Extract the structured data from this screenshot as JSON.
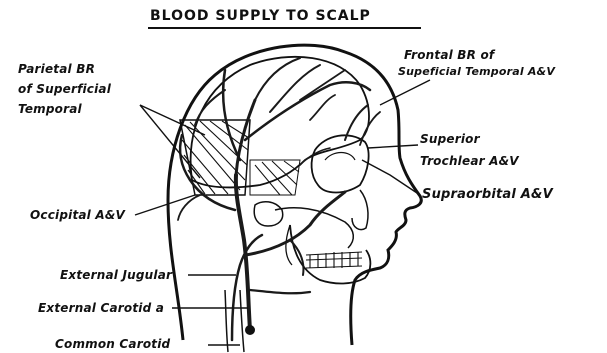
{
  "title": "BLOOD SUPPLY TO SCALP",
  "labels": {
    "parietal_1": "Parietal BR",
    "parietal_2": "of Superficial",
    "parietal_3": "Temporal",
    "frontal_1": "Frontal BR of",
    "frontal_2": "Supeficial Temporal A&V",
    "superior": "Superior",
    "trochlear": "Trochlear A&V",
    "supraorbital": "Supraorbital A&V",
    "occipital": "Occipital A&V",
    "ext_jugular": "External Jugular",
    "ext_carotid": "External Carotid a",
    "common_carotid": "Common Carotid"
  },
  "colors": {
    "ink": "#111111",
    "vessel": "#1a1a1a",
    "background": "#ffffff"
  }
}
